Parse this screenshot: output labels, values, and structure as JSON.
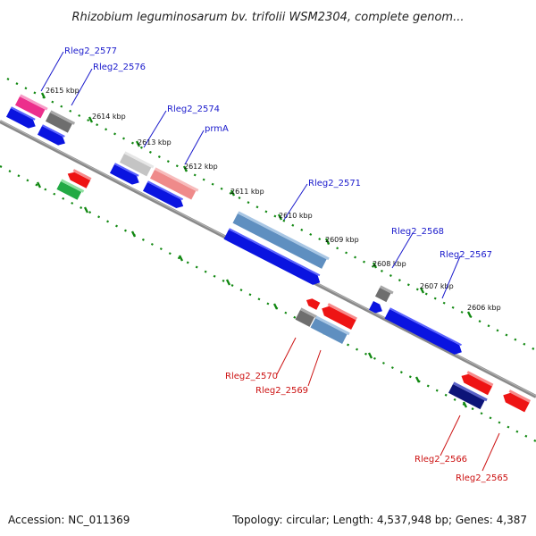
{
  "title": "Rhizobium leguminosarum bv. trifolii WSM2304, complete genom...",
  "footer": {
    "accession": "Accession: NC_011369",
    "topology": "Topology: circular; Length: 4,537,948 bp; Genes: 4,387"
  },
  "colors": {
    "backbone": "#8a8a8a",
    "tick": "#118811",
    "label_top": "#1a1acc",
    "label_bottom": "#cc1111",
    "blue": "#0a14e0",
    "navy": "#0c1478",
    "gray": "#6e6e6e",
    "lightgray": "#c4c4c4",
    "steel": "#5f8fc0",
    "salmon": "#ef8a8a",
    "magenta": "#ec2f8c",
    "red": "#ee1414",
    "green": "#22aa44"
  },
  "kbp_labels": [
    "2615 kbp",
    "2614 kbp",
    "2613 kbp",
    "2612 kbp",
    "2611 kbp",
    "2610 kbp",
    "2609 kbp",
    "2608 kbp",
    "2607 kbp",
    "2606 kbp"
  ],
  "gene_labels_top": [
    "Rleg2_2577",
    "Rleg2_2576",
    "Rleg2_2574",
    "prmA",
    "Rleg2_2571",
    "Rleg2_2568",
    "Rleg2_2567"
  ],
  "gene_labels_bottom": [
    "Rleg2_2570",
    "Rleg2_2569",
    "Rleg2_2566",
    "Rleg2_2565"
  ]
}
